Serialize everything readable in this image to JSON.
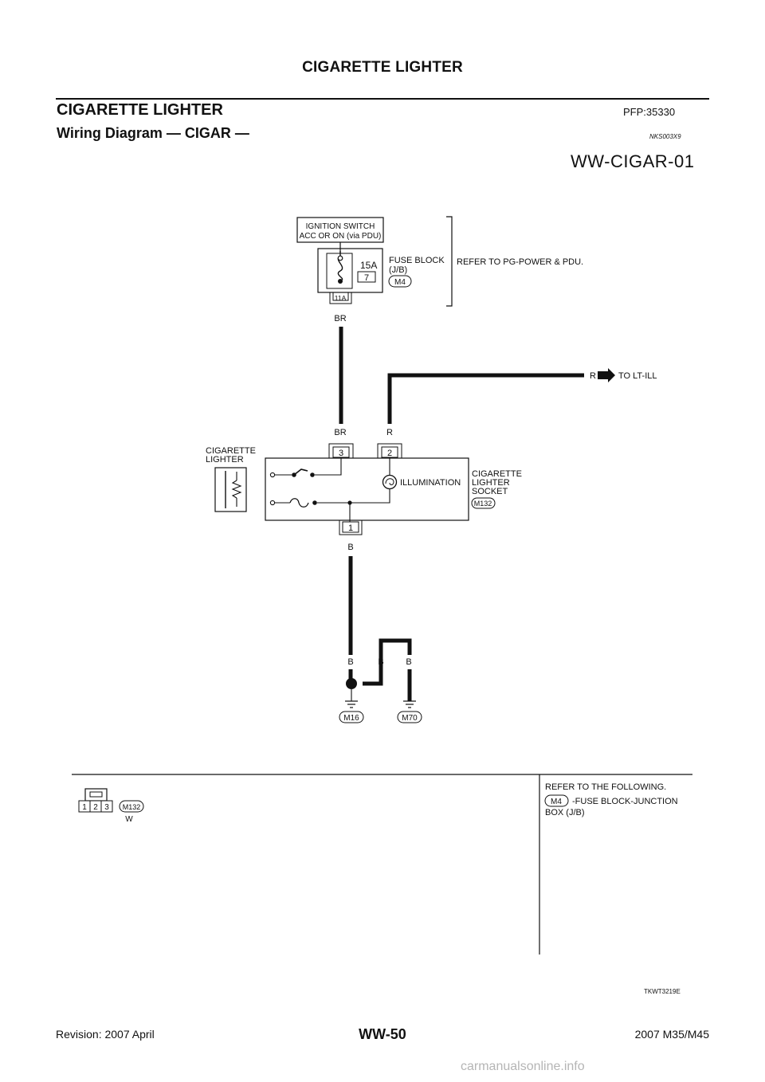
{
  "header": {
    "running_title": "CIGARETTE LIGHTER",
    "section_title": "CIGARETTE LIGHTER",
    "part_code": "PFP:35330",
    "subsection_title": "Wiring Diagram — CIGAR —",
    "reference_code": "NKS003X9",
    "diagram_id": "WW-CIGAR-01"
  },
  "diagram": {
    "ignition_switch_line1": "IGNITION SWITCH",
    "ignition_switch_line2": "ACC OR ON (via PDU)",
    "fuse_rating": "15A",
    "fuse_number": "7",
    "fuse_block_line1": "FUSE BLOCK",
    "fuse_block_line2": "(J/B)",
    "fuse_connector": "M4",
    "fuse_terminal": "11A",
    "refer_power": "REFER TO PG-POWER & PDU.",
    "wire_br": "BR",
    "wire_r": "R",
    "wire_b": "B",
    "to_lt_ill": "TO LT-ILL",
    "terminal_3": "3",
    "terminal_2": "2",
    "terminal_1": "1",
    "lighter_label_line1": "CIGARETTE",
    "lighter_label_line2": "LIGHTER",
    "illumination": "ILLUMINATION",
    "socket_line1": "CIGARETTE",
    "socket_line2": "LIGHTER",
    "socket_line3": "SOCKET",
    "socket_connector": "M132",
    "ground_1": "M16",
    "ground_2": "M70"
  },
  "connector_legend": {
    "pins": [
      "1",
      "2",
      "3"
    ],
    "connector": "M132",
    "color": "W",
    "refer_heading": "REFER TO THE FOLLOWING.",
    "refer_connector": "M4",
    "refer_desc_line1": "-FUSE BLOCK-JUNCTION",
    "refer_desc_line2": "BOX (J/B)"
  },
  "footer": {
    "figure_id": "TKWT3219E",
    "page_number": "WW-50",
    "revision": "Revision: 2007 April",
    "model": "2007 M35/M45",
    "watermark": "carmanualsonline.info"
  }
}
